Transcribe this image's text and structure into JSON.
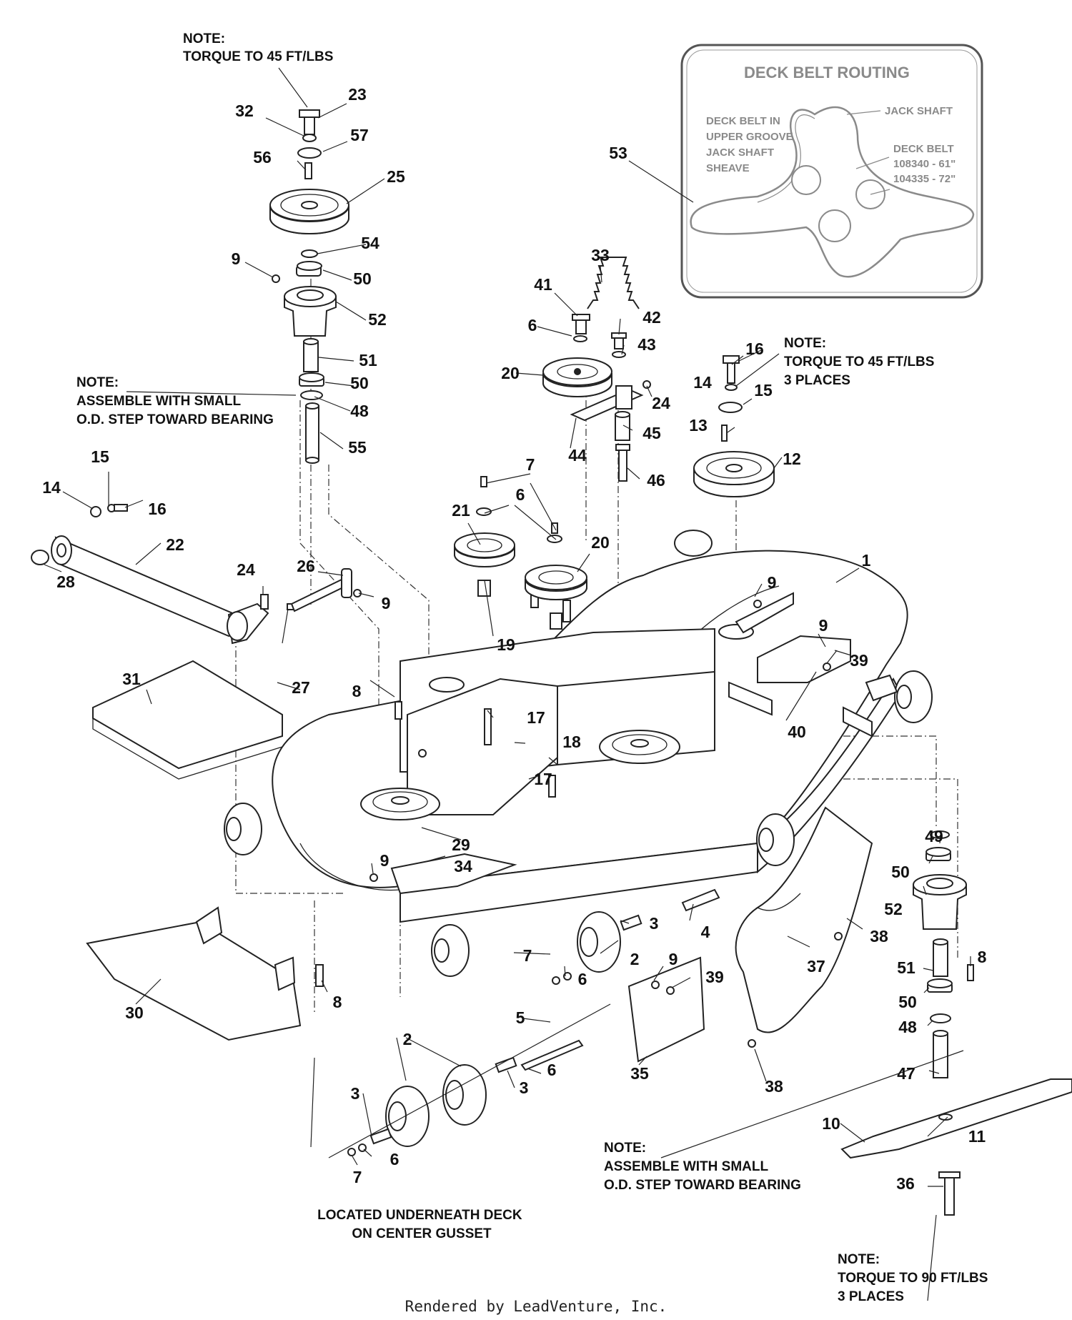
{
  "notes": {
    "top_left_pulley": [
      "NOTE:",
      "TORQUE TO 45 FT/LBS"
    ],
    "bearing_left": [
      "NOTE:",
      "ASSEMBLE WITH SMALL",
      "O.D. STEP TOWARD BEARING"
    ],
    "right_pulley": [
      "NOTE:",
      "TORQUE TO 45 FT/LBS",
      "3 PLACES"
    ],
    "bearing_bottom": [
      "NOTE:",
      "ASSEMBLE WITH SMALL",
      "O.D. STEP TOWARD BEARING"
    ],
    "blade_bolt": [
      "NOTE:",
      "TORQUE TO 90 FT/LBS",
      "3 PLACES"
    ],
    "gusset": [
      "LOCATED UNDERNEATH DECK",
      "ON CENTER GUSSET"
    ]
  },
  "routing": {
    "title": "DECK BELT ROUTING",
    "left_text": [
      "DECK BELT IN",
      "UPPER GROOVE",
      "JACK SHAFT",
      "SHEAVE"
    ],
    "jack_shaft": "JACK SHAFT",
    "deck_belt": [
      "DECK BELT",
      "108340 - 61\"",
      "104335 - 72\""
    ]
  },
  "callouts": [
    {
      "id": "c23",
      "label": "23"
    },
    {
      "id": "c32",
      "label": "32"
    },
    {
      "id": "c57",
      "label": "57"
    },
    {
      "id": "c56",
      "label": "56"
    },
    {
      "id": "c25",
      "label": "25"
    },
    {
      "id": "c54",
      "label": "54"
    },
    {
      "id": "c9a",
      "label": "9"
    },
    {
      "id": "c50a",
      "label": "50"
    },
    {
      "id": "c52a",
      "label": "52"
    },
    {
      "id": "c51a",
      "label": "51"
    },
    {
      "id": "c50b",
      "label": "50"
    },
    {
      "id": "c48a",
      "label": "48"
    },
    {
      "id": "c55",
      "label": "55"
    },
    {
      "id": "c53",
      "label": "53"
    },
    {
      "id": "c33",
      "label": "33"
    },
    {
      "id": "c41",
      "label": "41"
    },
    {
      "id": "c42",
      "label": "42"
    },
    {
      "id": "c6a",
      "label": "6"
    },
    {
      "id": "c43",
      "label": "43"
    },
    {
      "id": "c20a",
      "label": "20"
    },
    {
      "id": "c24a",
      "label": "24"
    },
    {
      "id": "c44",
      "label": "44"
    },
    {
      "id": "c45",
      "label": "45"
    },
    {
      "id": "c46",
      "label": "46"
    },
    {
      "id": "c16",
      "label": "16"
    },
    {
      "id": "c14a",
      "label": "14"
    },
    {
      "id": "c15",
      "label": "15"
    },
    {
      "id": "c13",
      "label": "13"
    },
    {
      "id": "c12",
      "label": "12"
    },
    {
      "id": "c14b",
      "label": "14"
    },
    {
      "id": "c15b",
      "label": "15"
    },
    {
      "id": "c16b",
      "label": "16"
    },
    {
      "id": "c22",
      "label": "22"
    },
    {
      "id": "c28",
      "label": "28"
    },
    {
      "id": "c7a",
      "label": "7"
    },
    {
      "id": "c6b",
      "label": "6"
    },
    {
      "id": "c21",
      "label": "21"
    },
    {
      "id": "c20b",
      "label": "20"
    },
    {
      "id": "c1",
      "label": "1"
    },
    {
      "id": "c24b",
      "label": "24"
    },
    {
      "id": "c26",
      "label": "26"
    },
    {
      "id": "c9b",
      "label": "9"
    },
    {
      "id": "c19",
      "label": "19"
    },
    {
      "id": "c9c",
      "label": "9"
    },
    {
      "id": "c9d",
      "label": "9"
    },
    {
      "id": "c39a",
      "label": "39"
    },
    {
      "id": "c31",
      "label": "31"
    },
    {
      "id": "c27",
      "label": "27"
    },
    {
      "id": "c8a",
      "label": "8"
    },
    {
      "id": "c17a",
      "label": "17"
    },
    {
      "id": "c18",
      "label": "18"
    },
    {
      "id": "c17b",
      "label": "17"
    },
    {
      "id": "c40",
      "label": "40"
    },
    {
      "id": "c29",
      "label": "29"
    },
    {
      "id": "c9e",
      "label": "9"
    },
    {
      "id": "c34",
      "label": "34"
    },
    {
      "id": "c49",
      "label": "49"
    },
    {
      "id": "c50c",
      "label": "50"
    },
    {
      "id": "c52b",
      "label": "52"
    },
    {
      "id": "c38a",
      "label": "38"
    },
    {
      "id": "c3a",
      "label": "3"
    },
    {
      "id": "c4",
      "label": "4"
    },
    {
      "id": "c37",
      "label": "37"
    },
    {
      "id": "c7b",
      "label": "7"
    },
    {
      "id": "c2a",
      "label": "2"
    },
    {
      "id": "c6c",
      "label": "6"
    },
    {
      "id": "c9f",
      "label": "9"
    },
    {
      "id": "c39b",
      "label": "39"
    },
    {
      "id": "c51b",
      "label": "51"
    },
    {
      "id": "c8b",
      "label": "8"
    },
    {
      "id": "c50d",
      "label": "50"
    },
    {
      "id": "c30",
      "label": "30"
    },
    {
      "id": "c8c",
      "label": "8"
    },
    {
      "id": "c48b",
      "label": "48"
    },
    {
      "id": "c5",
      "label": "5"
    },
    {
      "id": "c2b",
      "label": "2"
    },
    {
      "id": "c6d",
      "label": "6"
    },
    {
      "id": "c3b",
      "label": "3"
    },
    {
      "id": "c35",
      "label": "35"
    },
    {
      "id": "c38b",
      "label": "38"
    },
    {
      "id": "c47",
      "label": "47"
    },
    {
      "id": "c3c",
      "label": "3"
    },
    {
      "id": "c10",
      "label": "10"
    },
    {
      "id": "c11",
      "label": "11"
    },
    {
      "id": "c6e",
      "label": "6"
    },
    {
      "id": "c7c",
      "label": "7"
    },
    {
      "id": "c36",
      "label": "36"
    }
  ],
  "footer": "Rendered by LeadVenture, Inc."
}
